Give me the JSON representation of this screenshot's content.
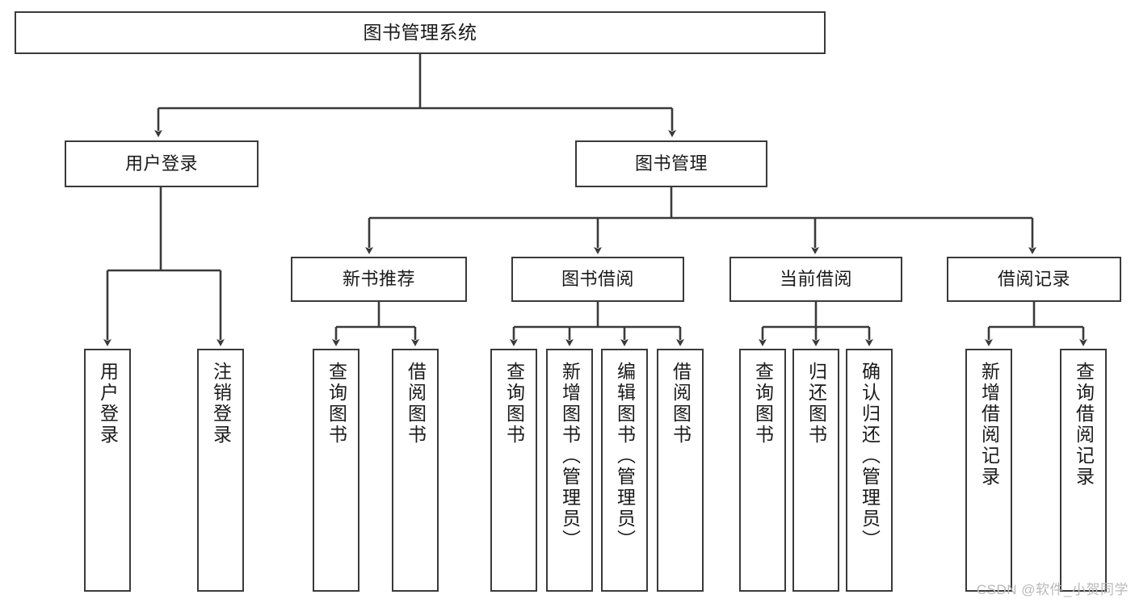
{
  "diagram": {
    "title": "图书管理系统",
    "type": "tree-hierarchy",
    "watermark": "CSDN @软件_小贺同学",
    "colors": {
      "stroke": "#3a3a3a",
      "background": "#ffffff",
      "text": "#1a1a1a",
      "watermark": "#b9b9b9"
    },
    "nodes": {
      "root": {
        "label": "图书管理系统"
      },
      "level2": [
        {
          "id": "user-login",
          "label": "用户登录"
        },
        {
          "id": "book-management",
          "label": "图书管理"
        }
      ],
      "level3": [
        {
          "id": "new-book-recommend",
          "label": "新书推荐"
        },
        {
          "id": "book-borrow",
          "label": "图书借阅"
        },
        {
          "id": "current-borrow",
          "label": "当前借阅"
        },
        {
          "id": "borrow-record",
          "label": "借阅记录"
        }
      ],
      "leaves": {
        "user_login": [
          {
            "id": "user-login-leaf",
            "label": "用户登录"
          },
          {
            "id": "logout-leaf",
            "label": "注销登录"
          }
        ],
        "new_book_recommend": [
          {
            "id": "query-book-1",
            "label": "查询图书"
          },
          {
            "id": "borrow-book-1",
            "label": "借阅图书"
          }
        ],
        "book_borrow": [
          {
            "id": "query-book-2",
            "label": "查询图书"
          },
          {
            "id": "add-book-admin",
            "label": "新增图书（管理员）"
          },
          {
            "id": "edit-book-admin",
            "label": "编辑图书（管理员）"
          },
          {
            "id": "borrow-book-2",
            "label": "借阅图书"
          }
        ],
        "current_borrow": [
          {
            "id": "query-book-3",
            "label": "查询图书"
          },
          {
            "id": "return-book",
            "label": "归还图书"
          },
          {
            "id": "confirm-return-admin",
            "label": "确认归还（管理员）"
          }
        ],
        "borrow_record": [
          {
            "id": "add-borrow-record",
            "label": "新增借阅记录"
          },
          {
            "id": "query-borrow-record",
            "label": "查询借阅记录"
          }
        ]
      }
    }
  }
}
